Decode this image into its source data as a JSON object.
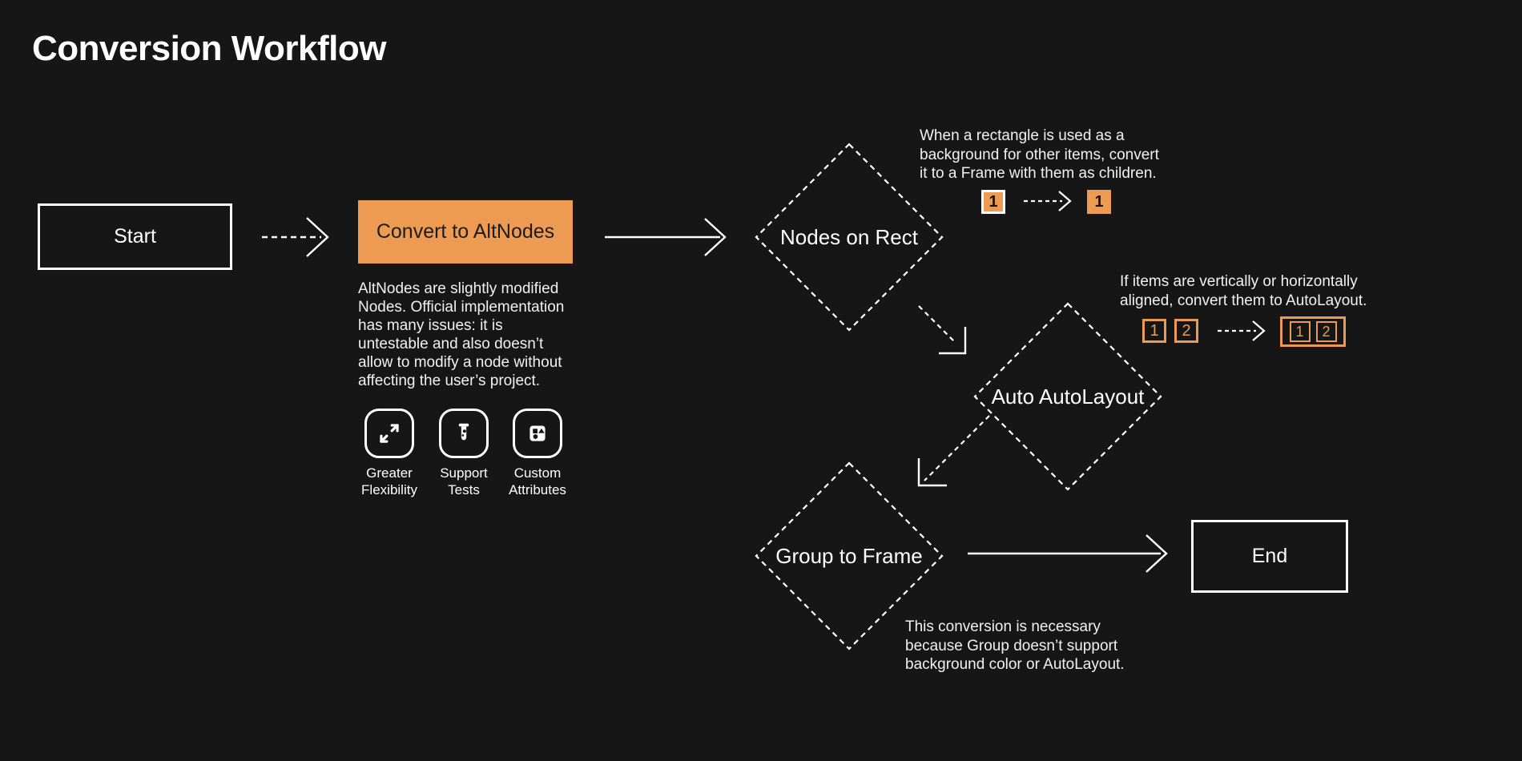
{
  "page": {
    "title": "Conversion Workflow",
    "background_color": "#161616",
    "accent_color": "#ED9B53"
  },
  "nodes": {
    "start": {
      "label": "Start"
    },
    "convert": {
      "label": "Convert to AltNodes",
      "description": "AltNodes are slightly modified\nNodes. Official implementation\nhas many issues: it is\nuntestable and also doesn’t\nallow to modify a node without\naffecting the user’s project."
    },
    "features": [
      {
        "icon": "expand-icon",
        "label": "Greater\nFlexibility"
      },
      {
        "icon": "test-tube-icon",
        "label": "Support\nTests"
      },
      {
        "icon": "shapes-icon",
        "label": "Custom\nAttributes"
      }
    ],
    "decisions": [
      {
        "label": "Nodes on Rect"
      },
      {
        "label": "Auto AutoLayout"
      },
      {
        "label": "Group to Frame"
      }
    ],
    "end": {
      "label": "End"
    }
  },
  "annotations": {
    "rect": {
      "text": "When a rectangle is used as a\nbackground for other items, convert\nit to a Frame with them as children.",
      "rect_badge": "1",
      "frame_badge": "1"
    },
    "autolayout": {
      "text": "If items are vertically or horizontally\naligned, convert them to AutoLayout.",
      "item1": "1",
      "item2": "2",
      "result1": "1",
      "result2": "2"
    },
    "group": {
      "text": "This conversion is necessary\nbecause Group doesn’t support\nbackground color or AutoLayout."
    }
  }
}
